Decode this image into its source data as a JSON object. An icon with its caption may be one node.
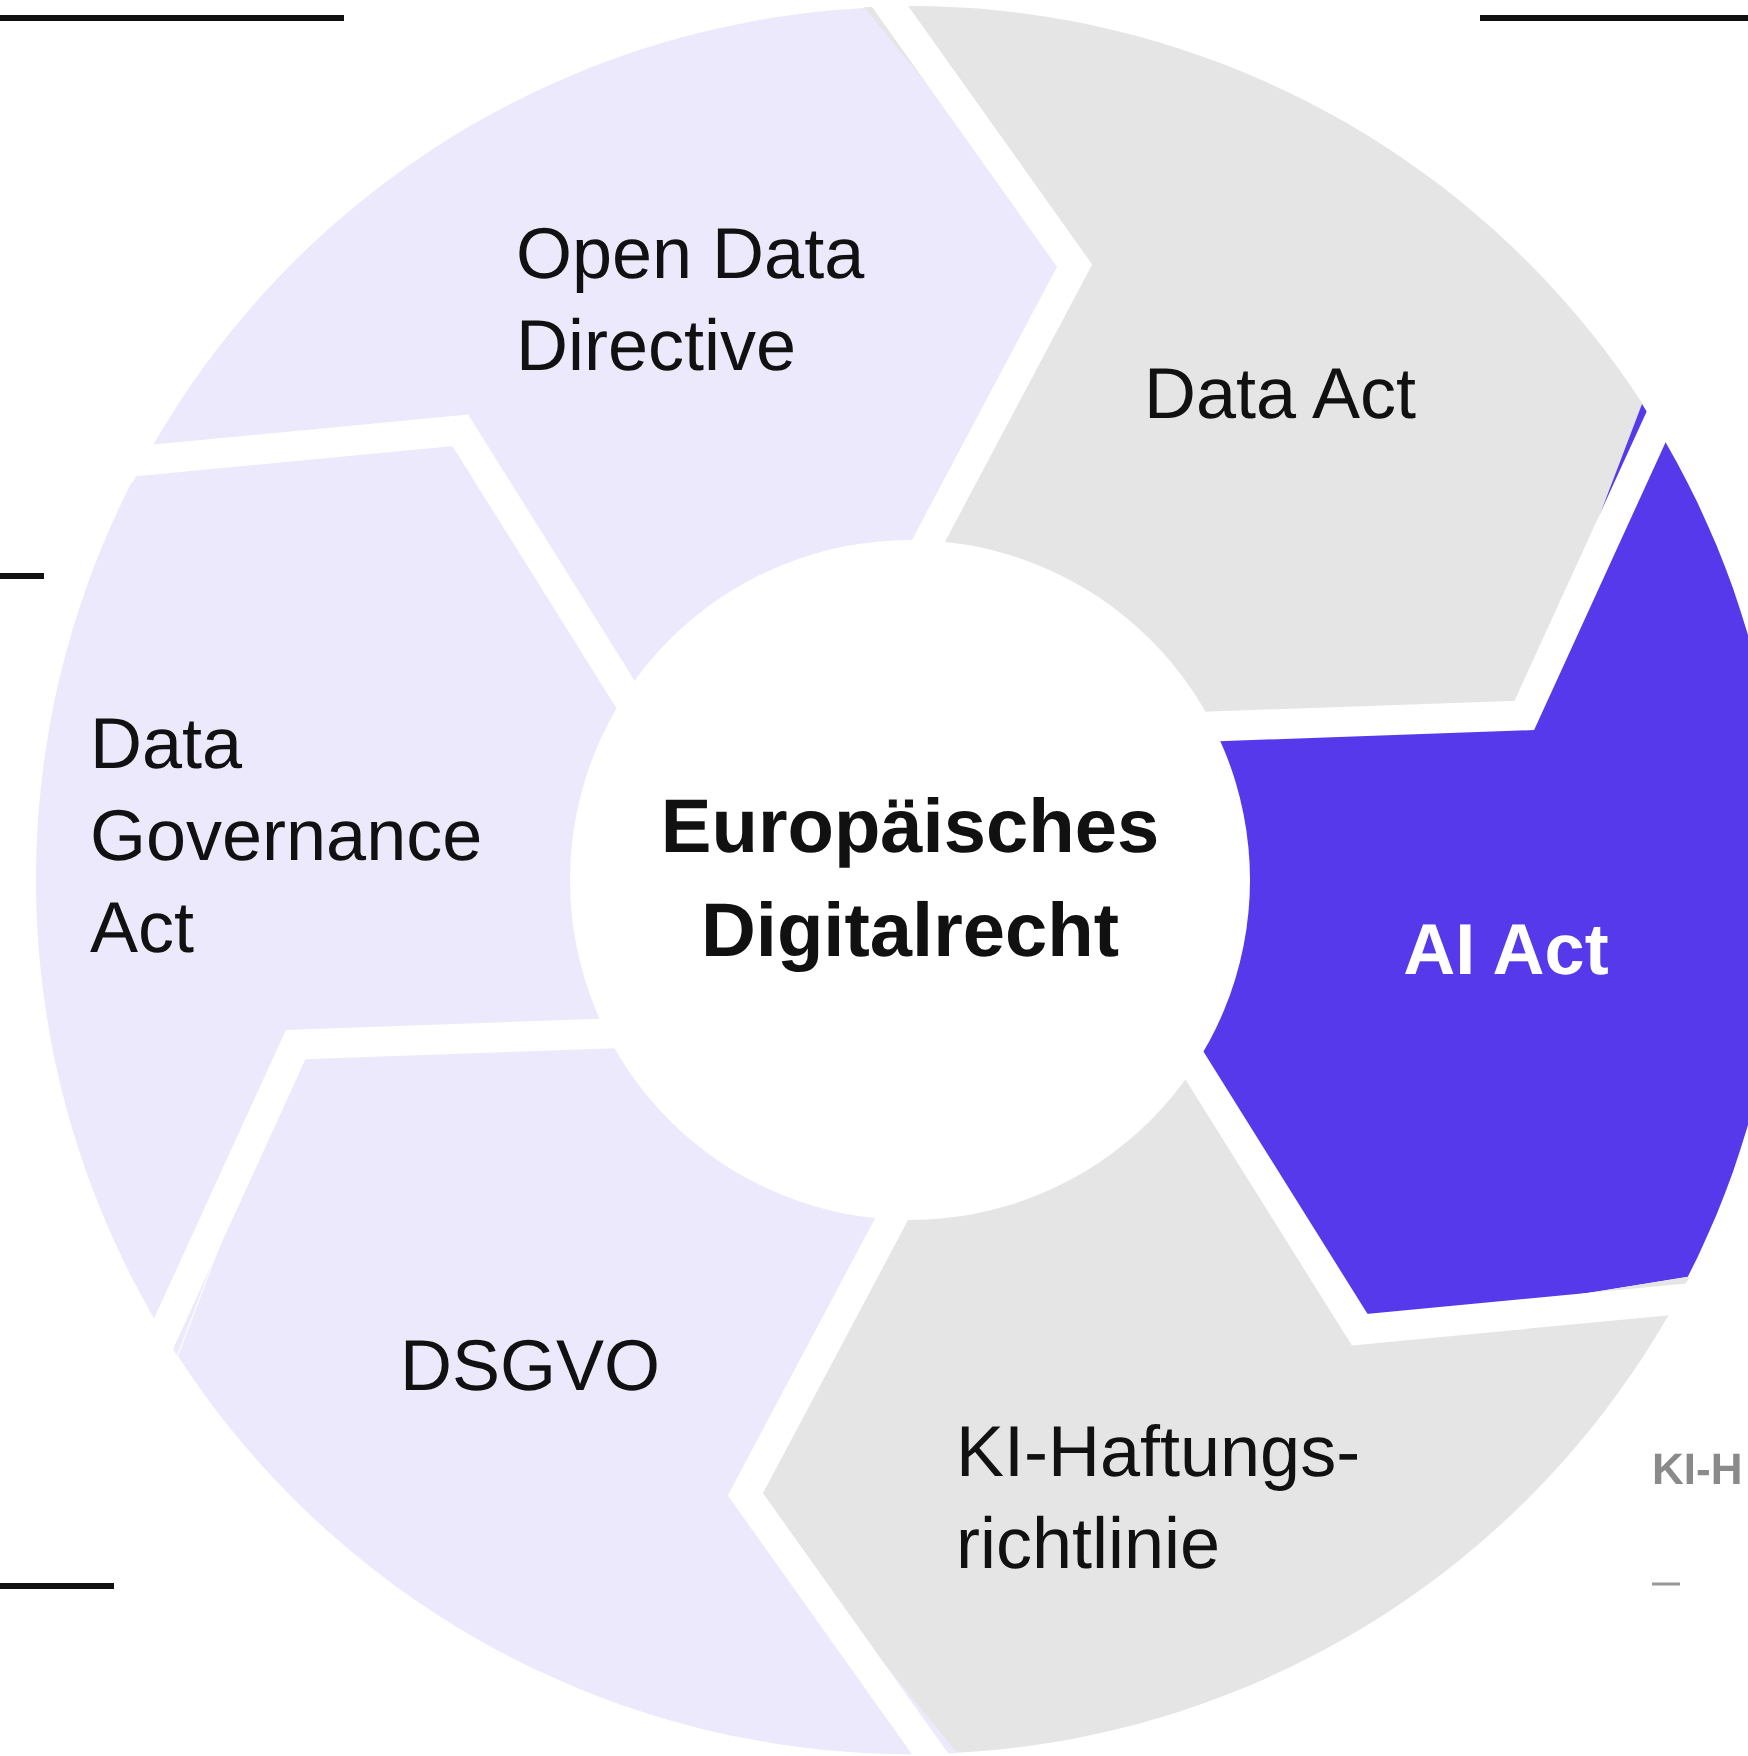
{
  "diagram": {
    "nodes": [
      {
        "text": [
          "Europäisches Digitalrecht"
        ]
      },
      {
        "text": [
          "Open Data Directive"
        ]
      },
      {
        "text": [
          "Data Act"
        ]
      },
      {
        "text": [
          "AI Act"
        ]
      },
      {
        "text": [
          "KI-Haftungs- richtlinie"
        ]
      },
      {
        "text": [
          "DSGVO"
        ]
      },
      {
        "text": [
          "Data Governance Act"
        ]
      }
    ],
    "labels": [
      "KI-H"
    ]
  }
}
